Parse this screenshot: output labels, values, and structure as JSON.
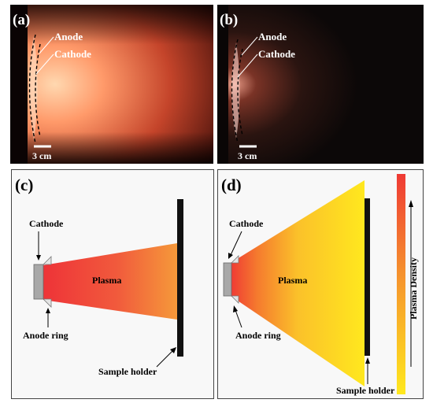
{
  "panels": {
    "a": {
      "tag": "(a)",
      "anode_label": "Anode",
      "cathode_label": "Cathode",
      "scale_label": "3 cm"
    },
    "b": {
      "tag": "(b)",
      "anode_label": "Anode",
      "cathode_label": "Cathode",
      "scale_label": "3 cm"
    },
    "c": {
      "tag": "(c)",
      "cathode_label": "Cathode",
      "plasma_label": "Plasma",
      "anode_ring_label": "Anode ring",
      "sample_holder_label": "Sample holder"
    },
    "d": {
      "tag": "(d)",
      "cathode_label": "Cathode",
      "plasma_label": "Plasma",
      "anode_ring_label": "Anode ring",
      "sample_holder_label": "Sample holder",
      "density_bar_label": "Plasma Density"
    }
  },
  "colors": {
    "plasma_red": "#ee3a34",
    "plasma_orange": "#f5993a",
    "plasma_yellow": "#ffe61c",
    "photo_glow": "#ffb18a",
    "sample_holder": "#111111"
  }
}
